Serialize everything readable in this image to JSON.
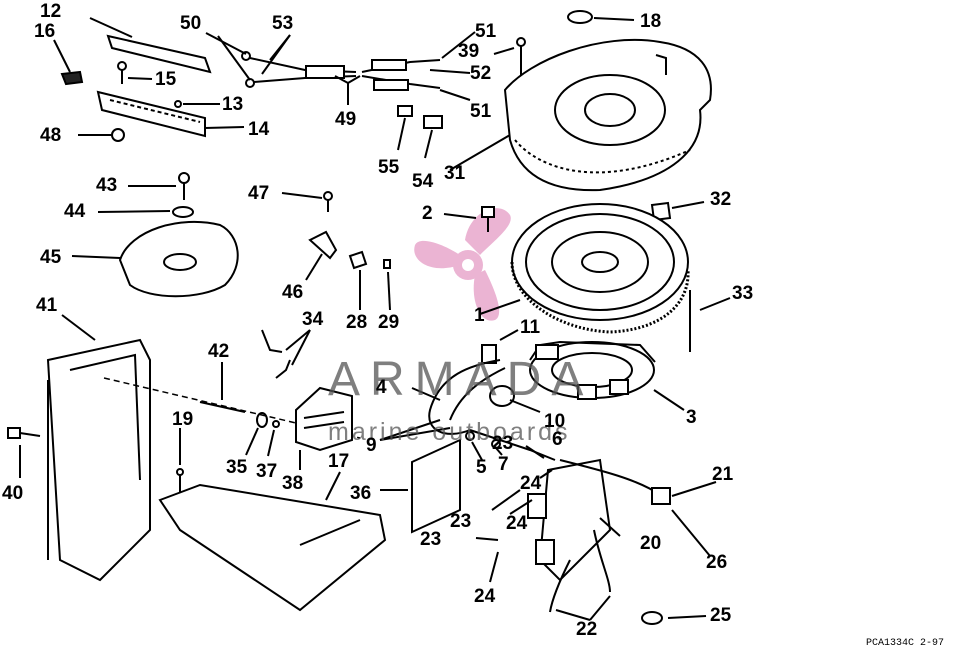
{
  "watermark": {
    "title": "ARMADA",
    "subtitle": "marine outboards",
    "logo_color": "#e8a7cc",
    "text_color": "#555555"
  },
  "reference_code": "PCA1334C   2-97",
  "callouts": [
    "12",
    "16",
    "15",
    "13",
    "14",
    "48",
    "50",
    "53",
    "49",
    "51",
    "39",
    "52",
    "51",
    "55",
    "54",
    "31",
    "18",
    "43",
    "44",
    "45",
    "47",
    "2",
    "32",
    "46",
    "28",
    "29",
    "1",
    "11",
    "33",
    "41",
    "34",
    "42",
    "4",
    "10",
    "3",
    "9",
    "23",
    "6",
    "5",
    "7",
    "19",
    "35",
    "37",
    "38",
    "17",
    "36",
    "21",
    "40",
    "24",
    "23",
    "24",
    "20",
    "26",
    "23",
    "24",
    "22",
    "25"
  ]
}
